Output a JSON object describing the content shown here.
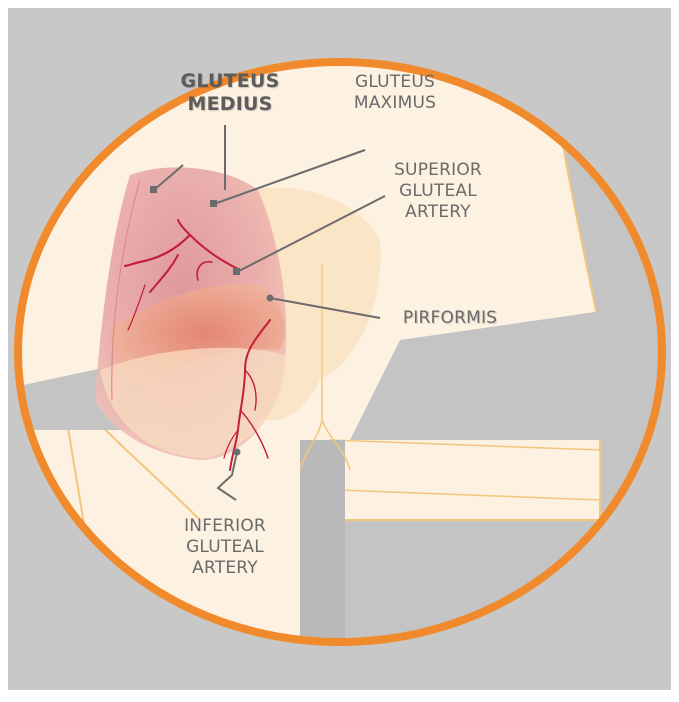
{
  "labels": {
    "gluteus_medius": "GLUTEUS\nMEDIUS",
    "gluteus_maximus": "GLUTEUS\nMAXIMUS",
    "superior_gluteal_artery": "SUPERIOR\nGLUTEAL\nARTERY",
    "piriformis": "PIRFORMIS",
    "inferior_gluteal_artery": "INFERIOR\nGLUTEAL\nARTERY"
  },
  "colors": {
    "background": "#c8c8c8",
    "frame_ring": "#f08a2c",
    "skin": "#fdf1e1",
    "skin_outline": "#f2c77c",
    "muscle": "#e7a4a4",
    "piriformis": "#e68a7a",
    "artery": "#c21e3a",
    "leader_line": "#6c6c6c"
  }
}
